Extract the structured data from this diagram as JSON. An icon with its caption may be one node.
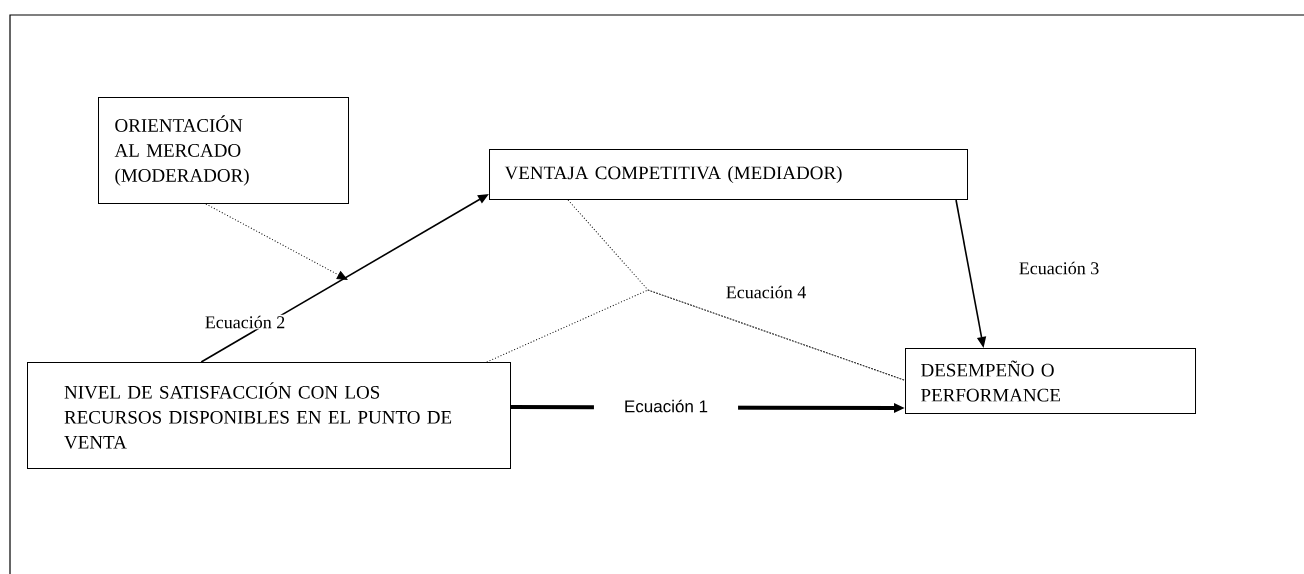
{
  "diagram": {
    "nodes": [
      {
        "text": [
          "ORIENTACIÓN AL MERCADO (MODERADOR)"
        ]
      },
      {
        "text": [
          "VENTAJA COMPETITIVA (MEDIADOR)"
        ]
      },
      {
        "text": [
          "NIVEL DE SATISFACCIÓN CON LOS RECURSOS DISPONIBLES EN EL PUNTO DE VENTA"
        ]
      },
      {
        "text": [
          "DESEMPEÑO O PERFORMANCE"
        ]
      }
    ],
    "edges": [
      {
        "from": 2,
        "to": 1,
        "arrow": "to",
        "label": "Ecuación 2"
      },
      {
        "from": 0,
        "to": null,
        "arrow": "to",
        "style": "dashed"
      },
      {
        "from": 1,
        "to": 3,
        "arrow": "to",
        "label": "Ecuación 3"
      },
      {
        "from": 2,
        "to": 3,
        "arrow": "none",
        "style": "dashed",
        "label": "Ecuación 4"
      },
      {
        "from": 1,
        "to": 3,
        "arrow": "none",
        "style": "dashed"
      },
      {
        "from": 2,
        "to": 3,
        "arrow": "to",
        "style": "thick",
        "label": "Ecuación 1"
      }
    ]
  }
}
